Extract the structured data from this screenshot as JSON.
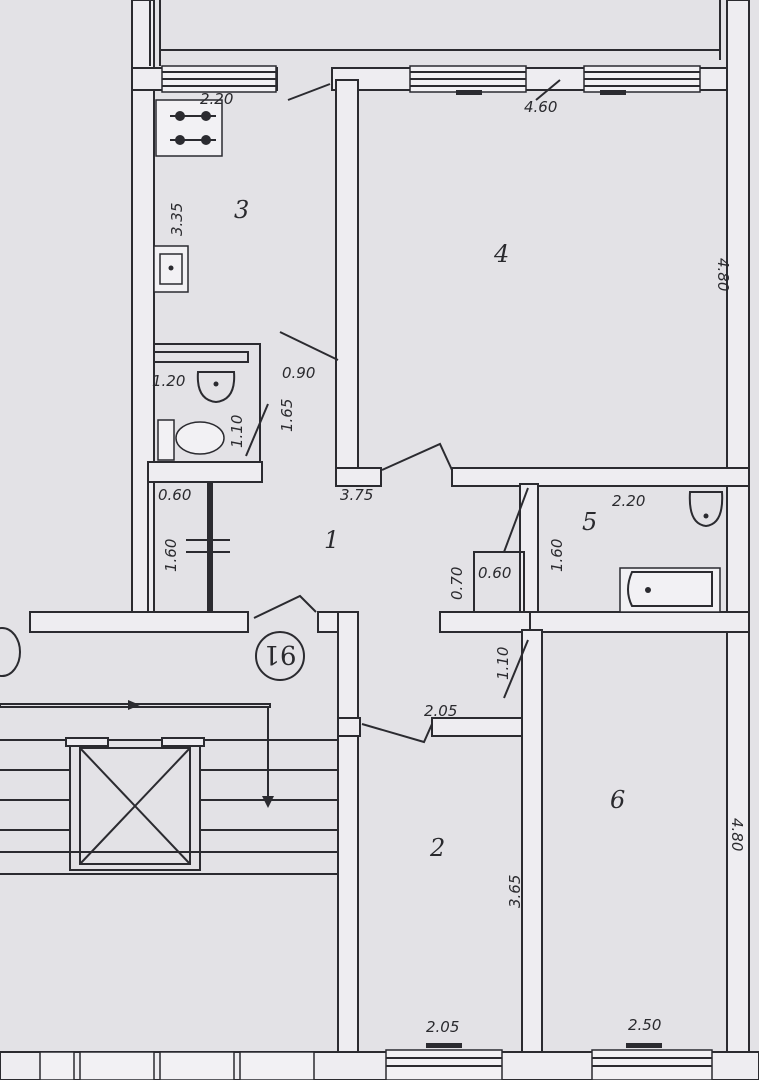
{
  "rooms": {
    "r1": "1",
    "r2": "2",
    "r3": "3",
    "r4": "4",
    "r5": "5",
    "r6": "6"
  },
  "apartment_number": "91",
  "dimensions": {
    "kitchen_top": "2.20",
    "kitchen_side": "3.35",
    "room4_top": "4.60",
    "room4_side": "4.80",
    "door_0_90": "0.90",
    "wc_1_20": "1.20",
    "wc_1_10": "1.10",
    "wc_1_65": "1.65",
    "hall_3_75": "3.75",
    "closet_0_60": "0.60",
    "closet_1_60": "1.60",
    "bath_2_20": "2.20",
    "bath_1_60": "1.60",
    "niche_0_70": "0.70",
    "niche_0_60": "0.60",
    "door_1_10": "1.10",
    "room2_top": "2.05",
    "room2_side": "3.65",
    "room2_bottom": "2.05",
    "room6_side": "4.80",
    "room6_bottom": "2.50"
  }
}
